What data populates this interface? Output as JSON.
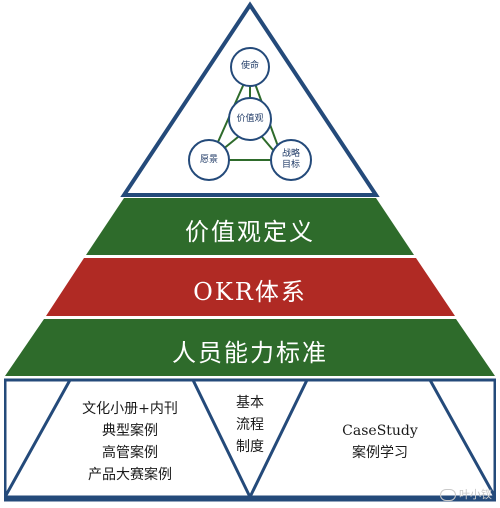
{
  "diagram": {
    "circles": {
      "top": "使命",
      "center": "价值观",
      "left": "愿景",
      "right_line1": "战略",
      "right_line2": "目标"
    },
    "bands": [
      {
        "label": "价值观定义",
        "color": "#2e6b2b"
      },
      {
        "label": "OKR体系",
        "color": "#b02a24"
      },
      {
        "label": "人员能力标准",
        "color": "#2e6b2b"
      }
    ],
    "base": {
      "left_lines": [
        "文化小册+内刊",
        "典型案例",
        "高管案例",
        "产品大赛案例"
      ],
      "middle_lines": [
        "基本",
        "流程",
        "制度"
      ],
      "right_lines": [
        "CaseStudy",
        "案例学习"
      ]
    },
    "colors": {
      "outline": "#244a7a",
      "green": "#2e6b2b",
      "red": "#b02a24"
    },
    "watermark": "叶小钗"
  }
}
